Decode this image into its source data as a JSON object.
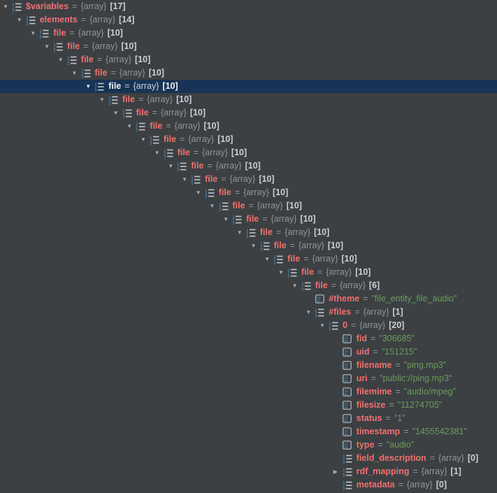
{
  "panel": {
    "title": "debugger-variables-tree"
  },
  "labels": {
    "equals": "=",
    "array_type": "{array}",
    "quote": "\"",
    "bracket_open": "[",
    "bracket_close": "]",
    "expanded_arrow": "▼",
    "collapsed_arrow": "▶"
  },
  "colors": {
    "background": "#3c4043",
    "selection_background": "#173355",
    "variable_name": "#f0716f",
    "string_value": "#6b9b5c",
    "type_label": "#90959a",
    "count_label": "#c9cfd7",
    "arrow": "#a6abb0",
    "icon_digit_blue": "#4d9fdf",
    "icon_line_gray": "#b9bfc5",
    "selected_text": "#edf2f8"
  },
  "tree": {
    "rows": [
      {
        "level": 0,
        "name": "$variables",
        "kind": "array",
        "count": 17,
        "state": "expanded",
        "selected": false
      },
      {
        "level": 1,
        "name": "elements",
        "kind": "array",
        "count": 14,
        "state": "expanded",
        "selected": false
      },
      {
        "level": 2,
        "name": "file",
        "kind": "array",
        "count": 10,
        "state": "expanded",
        "selected": false
      },
      {
        "level": 3,
        "name": "file",
        "kind": "array",
        "count": 10,
        "state": "expanded",
        "selected": false
      },
      {
        "level": 4,
        "name": "file",
        "kind": "array",
        "count": 10,
        "state": "expanded",
        "selected": false
      },
      {
        "level": 5,
        "name": "file",
        "kind": "array",
        "count": 10,
        "state": "expanded",
        "selected": false
      },
      {
        "level": 6,
        "name": "file",
        "kind": "array",
        "count": 10,
        "state": "expanded",
        "selected": true
      },
      {
        "level": 7,
        "name": "file",
        "kind": "array",
        "count": 10,
        "state": "expanded",
        "selected": false
      },
      {
        "level": 8,
        "name": "file",
        "kind": "array",
        "count": 10,
        "state": "expanded",
        "selected": false
      },
      {
        "level": 9,
        "name": "file",
        "kind": "array",
        "count": 10,
        "state": "expanded",
        "selected": false
      },
      {
        "level": 10,
        "name": "file",
        "kind": "array",
        "count": 10,
        "state": "expanded",
        "selected": false
      },
      {
        "level": 11,
        "name": "file",
        "kind": "array",
        "count": 10,
        "state": "expanded",
        "selected": false
      },
      {
        "level": 12,
        "name": "file",
        "kind": "array",
        "count": 10,
        "state": "expanded",
        "selected": false
      },
      {
        "level": 13,
        "name": "file",
        "kind": "array",
        "count": 10,
        "state": "expanded",
        "selected": false
      },
      {
        "level": 14,
        "name": "file",
        "kind": "array",
        "count": 10,
        "state": "expanded",
        "selected": false
      },
      {
        "level": 15,
        "name": "file",
        "kind": "array",
        "count": 10,
        "state": "expanded",
        "selected": false
      },
      {
        "level": 16,
        "name": "file",
        "kind": "array",
        "count": 10,
        "state": "expanded",
        "selected": false
      },
      {
        "level": 17,
        "name": "file",
        "kind": "array",
        "count": 10,
        "state": "expanded",
        "selected": false
      },
      {
        "level": 18,
        "name": "file",
        "kind": "array",
        "count": 10,
        "state": "expanded",
        "selected": false
      },
      {
        "level": 19,
        "name": "file",
        "kind": "array",
        "count": 10,
        "state": "expanded",
        "selected": false
      },
      {
        "level": 20,
        "name": "file",
        "kind": "array",
        "count": 10,
        "state": "expanded",
        "selected": false
      },
      {
        "level": 21,
        "name": "file",
        "kind": "array",
        "count": 6,
        "state": "expanded",
        "selected": false
      },
      {
        "level": 22,
        "name": "#theme",
        "kind": "string",
        "value": "file_entity_file_audio",
        "state": null,
        "selected": false
      },
      {
        "level": 22,
        "name": "#files",
        "kind": "array",
        "count": 1,
        "state": "expanded",
        "selected": false
      },
      {
        "level": 23,
        "name": "0",
        "kind": "array",
        "count": 20,
        "state": "expanded",
        "selected": false
      },
      {
        "level": 24,
        "name": "fid",
        "kind": "string",
        "value": "306685",
        "state": null,
        "selected": false
      },
      {
        "level": 24,
        "name": "uid",
        "kind": "string",
        "value": "151215",
        "state": null,
        "selected": false
      },
      {
        "level": 24,
        "name": "filename",
        "kind": "string",
        "value": "ping.mp3",
        "state": null,
        "selected": false
      },
      {
        "level": 24,
        "name": "uri",
        "kind": "string",
        "value": "public://ping.mp3",
        "state": null,
        "selected": false
      },
      {
        "level": 24,
        "name": "filemime",
        "kind": "string",
        "value": "audio/mpeg",
        "state": null,
        "selected": false
      },
      {
        "level": 24,
        "name": "filesize",
        "kind": "string",
        "value": "11274705",
        "state": null,
        "selected": false
      },
      {
        "level": 24,
        "name": "status",
        "kind": "string",
        "value": "1",
        "state": null,
        "selected": false
      },
      {
        "level": 24,
        "name": "timestamp",
        "kind": "string",
        "value": "1455542381",
        "state": null,
        "selected": false
      },
      {
        "level": 24,
        "name": "type",
        "kind": "string",
        "value": "audio",
        "state": null,
        "selected": false
      },
      {
        "level": 24,
        "name": "field_description",
        "kind": "array",
        "count": 0,
        "state": null,
        "selected": false
      },
      {
        "level": 24,
        "name": "rdf_mapping",
        "kind": "array",
        "count": 1,
        "state": "collapsed",
        "selected": false
      },
      {
        "level": 24,
        "name": "metadata",
        "kind": "array",
        "count": 0,
        "state": null,
        "selected": false
      }
    ]
  }
}
